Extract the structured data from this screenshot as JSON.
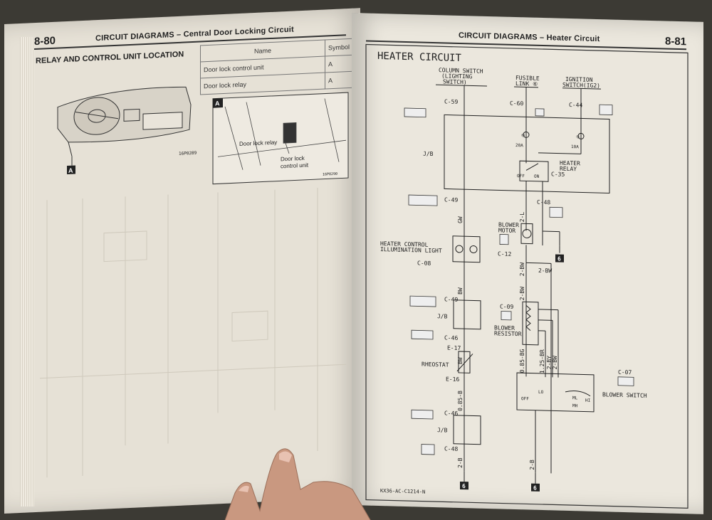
{
  "left_page": {
    "page_number": "8-80",
    "header_title": "CIRCUIT DIAGRAMS – Central Door Locking Circuit",
    "section_title": "RELAY AND CONTROL UNIT LOCATION",
    "table": {
      "header_name": "Name",
      "header_symbol": "Symbol",
      "rows": [
        {
          "name": "Door lock control unit",
          "symbol": "A"
        },
        {
          "name": "Door lock relay",
          "symbol": "A"
        }
      ]
    },
    "callout_a": "A",
    "code_dash": "16P0289",
    "inset_label": "A",
    "label_relay": "Door lock relay",
    "label_control_1": "Door lock",
    "label_control_2": "control unit",
    "code_inset": "16P0290"
  },
  "right_page": {
    "page_number": "8-81",
    "header_title": "CIRCUIT DIAGRAMS – Heater Circuit",
    "diagram_title": "HEATER CIRCUIT",
    "sources": [
      {
        "line1": "COLUMN SWITCH",
        "line2": "(LIGHTING",
        "line3": "SWITCH)"
      },
      {
        "line1": "FUSIBLE",
        "line2": "LINK ⑥",
        "line3": ""
      },
      {
        "line1": "IGNITION",
        "line2": "SWITCH(IG2)",
        "line3": ""
      }
    ],
    "connectors": [
      "C-59",
      "C-60",
      "C-44",
      "C-49",
      "C-48",
      "C-35",
      "C-12",
      "C-08",
      "C-49",
      "C-09",
      "C-46",
      "E-17",
      "E-16",
      "C-07",
      "C-46",
      "C-48"
    ],
    "jb": "J/B",
    "fuses": [
      "20A",
      "10A"
    ],
    "fuse_numbers": [
      "⑩",
      "⑨"
    ],
    "components": {
      "heater_relay_1": "HEATER",
      "heater_relay_2": "RELAY",
      "blower_motor_1": "BLOWER",
      "blower_motor_2": "MOTOR",
      "heater_control_1": "HEATER CONTROL",
      "heater_control_2": "ILLUMINATION LIGHT",
      "blower_resistor_1": "BLOWER",
      "blower_resistor_2": "RESISTOR",
      "rheostat": "RHEOSTAT",
      "blower_switch": "BLOWER SWITCH",
      "relay_off": "OFF",
      "relay_on": "ON"
    },
    "wires": [
      "GW",
      "BW",
      "BW",
      "0.85-B",
      "2-B",
      "2-L",
      "2-BW",
      "2-BW",
      "0.85-BG",
      "1.25-BR",
      "2-BY",
      "2-BW",
      "2-B"
    ],
    "switch_positions": [
      "OFF",
      "LO",
      "ML",
      "MH",
      "HI"
    ],
    "ground": "6",
    "footer_code": "KX36-AC-C1214-N"
  }
}
